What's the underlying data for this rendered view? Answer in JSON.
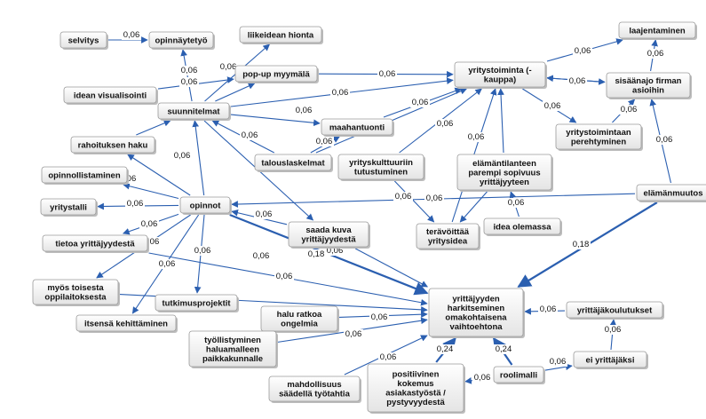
{
  "nodes": [
    {
      "id": "selvitys",
      "lines": [
        "selvitys"
      ]
    },
    {
      "id": "opinnaytetyo",
      "lines": [
        "opinnäytetyö"
      ]
    },
    {
      "id": "liikeidean_hionta",
      "lines": [
        "liikeidean hionta"
      ]
    },
    {
      "id": "popup",
      "lines": [
        "pop-up myymälä"
      ]
    },
    {
      "id": "idean_visualisointi",
      "lines": [
        "idean visualisointi"
      ]
    },
    {
      "id": "suunnitelmat",
      "lines": [
        "suunnitelmat"
      ]
    },
    {
      "id": "maahantuonti",
      "lines": [
        "maahantuonti"
      ]
    },
    {
      "id": "rahoituksen_haku",
      "lines": [
        "rahoituksen haku"
      ]
    },
    {
      "id": "talouslaskelmat",
      "lines": [
        "talouslaskelmat"
      ]
    },
    {
      "id": "yritystoiminta",
      "lines": [
        "yritystoiminta (-",
        "kauppa)"
      ]
    },
    {
      "id": "laajentaminen",
      "lines": [
        "laajentaminen"
      ]
    },
    {
      "id": "sisaanajo",
      "lines": [
        "sisäänajo firman",
        "asioihin"
      ]
    },
    {
      "id": "yritystoiminnan_perehtyminen",
      "lines": [
        "yritystoimintaan",
        "perehtyminen"
      ]
    },
    {
      "id": "yrityskulttuuriin",
      "lines": [
        "yrityskulttuuriin",
        "tutustuminen"
      ]
    },
    {
      "id": "elamantilanteen",
      "lines": [
        "elämäntilanteen",
        "parempi sopivuus",
        "yrittäjyyteen"
      ]
    },
    {
      "id": "elamanmuutos",
      "lines": [
        "elämänmuutos"
      ]
    },
    {
      "id": "opinnollistaminen",
      "lines": [
        "opinnollistaminen"
      ]
    },
    {
      "id": "yritystalli",
      "lines": [
        "yritystalli"
      ]
    },
    {
      "id": "opinnot",
      "lines": [
        "opinnot"
      ]
    },
    {
      "id": "tietoa",
      "lines": [
        "tietoa yrittäjyydestä"
      ]
    },
    {
      "id": "saada_kuva",
      "lines": [
        "saada kuva",
        "yrittäjyydestä"
      ]
    },
    {
      "id": "teravoittaa",
      "lines": [
        "terävöittää",
        "yritysidea"
      ]
    },
    {
      "id": "idea_olemassa",
      "lines": [
        "idea olemassa"
      ]
    },
    {
      "id": "myos_toisesta",
      "lines": [
        "myös toisesta",
        "oppilaitoksesta"
      ]
    },
    {
      "id": "tutkimusprojektit",
      "lines": [
        "tutkimusprojektit"
      ]
    },
    {
      "id": "itsensa",
      "lines": [
        "itsensä kehittäminen"
      ]
    },
    {
      "id": "halu_ratkoa",
      "lines": [
        "halu ratkoa",
        "ongelmia"
      ]
    },
    {
      "id": "tyollistyminen",
      "lines": [
        "työllistyminen",
        "haluamalleen",
        "paikkakunnalle"
      ]
    },
    {
      "id": "yrittajyyden_harkitseminen",
      "lines": [
        "yrittäjyyden",
        "harkitseminen",
        "omakohtaisena",
        "vaihtoehtona"
      ]
    },
    {
      "id": "yrittajakoulutukset",
      "lines": [
        "yrittäjäkoulutukset"
      ]
    },
    {
      "id": "ei_yrittajaksi",
      "lines": [
        "ei yrittäjäksi"
      ]
    },
    {
      "id": "roolimalli",
      "lines": [
        "roolimalli"
      ]
    },
    {
      "id": "mahdollisuus",
      "lines": [
        "mahdollisuus",
        "säädellä työtahtia"
      ]
    },
    {
      "id": "positiivinen",
      "lines": [
        "positiivinen",
        "kokemus",
        "asiakastyöstä /",
        "pystyvyydestä"
      ]
    }
  ],
  "edges": [
    {
      "from": "selvitys",
      "to": "opinnaytetyo",
      "label": "0,06"
    },
    {
      "from": "suunnitelmat",
      "to": "opinnaytetyo",
      "label": "0,06"
    },
    {
      "from": "suunnitelmat",
      "to": "liikeidean_hionta",
      "label": "0,06"
    },
    {
      "from": "suunnitelmat",
      "to": "popup",
      "label": ""
    },
    {
      "from": "idean_visualisointi",
      "to": "popup",
      "label": "0,06"
    },
    {
      "from": "popup",
      "to": "yritystoiminta",
      "label": "0,06"
    },
    {
      "from": "suunnitelmat",
      "to": "yritystoiminta",
      "label": "0,06"
    },
    {
      "from": "suunnitelmat",
      "to": "maahantuonti",
      "label": "0,06"
    },
    {
      "from": "maahantuonti",
      "to": "yritystoiminta",
      "label": "0,06"
    },
    {
      "from": "talouslaskelmat",
      "to": "suunnitelmat",
      "label": "0,06"
    },
    {
      "from": "talouslaskelmat",
      "to": "maahantuonti",
      "label": "0,06"
    },
    {
      "from": "talouslaskelmat",
      "to": "yritystoiminta",
      "label": ""
    },
    {
      "from": "rahoituksen_haku",
      "to": "suunnitelmat",
      "label": "0,06"
    },
    {
      "from": "opinnot",
      "to": "suunnitelmat",
      "label": "0,06"
    },
    {
      "from": "yritystoiminta",
      "to": "laajentaminen",
      "label": "0,06"
    },
    {
      "from": "sisaanajo",
      "to": "laajentaminen",
      "label": "0,06"
    },
    {
      "from": "yritystoiminta",
      "to": "sisaanajo",
      "label": "0,06"
    },
    {
      "from": "sisaanajo",
      "to": "yritystoiminta",
      "label": ""
    },
    {
      "from": "yritystoiminta",
      "to": "yritystoiminnan_perehtyminen",
      "label": "0,06"
    },
    {
      "from": "yritystoiminnan_perehtyminen",
      "to": "sisaanajo",
      "label": "0,06"
    },
    {
      "from": "yrityskulttuuriin",
      "to": "yritystoiminta",
      "label": ""
    },
    {
      "from": "elamantilanteen",
      "to": "yritystoiminta",
      "label": "0,06"
    },
    {
      "from": "teravoittaa",
      "to": "yritystoiminta",
      "label": "0,06"
    },
    {
      "from": "yrityskulttuuriin",
      "to": "teravoittaa",
      "label": "0,06"
    },
    {
      "from": "idea_olemassa",
      "to": "elamantilanteen",
      "label": "0,06"
    },
    {
      "from": "elamanmuutos",
      "to": "sisaanajo",
      "label": "0,06"
    },
    {
      "from": "elamanmuutos",
      "to": "opinnot",
      "label": "0,06"
    },
    {
      "from": "elamanmuutos",
      "to": "yrittajyyden_harkitseminen",
      "label": "0,18"
    },
    {
      "from": "opinnot",
      "to": "opinnollistaminen",
      "label": "0,06"
    },
    {
      "from": "opinnot",
      "to": "yritystalli",
      "label": "0,06"
    },
    {
      "from": "opinnot",
      "to": "tietoa",
      "label": "0,06"
    },
    {
      "from": "opinnot",
      "to": "myos_toisesta",
      "label": "0,06"
    },
    {
      "from": "opinnot",
      "to": "tutkimusprojektit",
      "label": "0,06"
    },
    {
      "from": "opinnot",
      "to": "itsensa",
      "label": "0,06"
    },
    {
      "from": "opinnot",
      "to": "rahoituksen_haku",
      "label": ""
    },
    {
      "from": "saada_kuva",
      "to": "opinnot",
      "label": "0,06"
    },
    {
      "from": "opinnot",
      "to": "yrittajyyden_harkitseminen",
      "label": "0,18"
    },
    {
      "from": "saada_kuva",
      "to": "yrittajyyden_harkitseminen",
      "label": "0,06"
    },
    {
      "from": "tietoa",
      "to": "yrittajyyden_harkitseminen",
      "label": "0,06"
    },
    {
      "from": "myos_toisesta",
      "to": "yrittajyyden_harkitseminen",
      "label": "0,06"
    },
    {
      "from": "suunnitelmat",
      "to": "saada_kuva",
      "label": ""
    },
    {
      "from": "halu_ratkoa",
      "to": "yrittajyyden_harkitseminen",
      "label": "0,06"
    },
    {
      "from": "tyollistyminen",
      "to": "yrittajyyden_harkitseminen",
      "label": "0,06"
    },
    {
      "from": "mahdollisuus",
      "to": "yrittajyyden_harkitseminen",
      "label": "0,06"
    },
    {
      "from": "positiivinen",
      "to": "yrittajyyden_harkitseminen",
      "label": "0,24"
    },
    {
      "from": "roolimalli",
      "to": "yrittajyyden_harkitseminen",
      "label": "0,24"
    },
    {
      "from": "roolimalli",
      "to": "positiivinen",
      "label": "0,06"
    },
    {
      "from": "roolimalli",
      "to": "ei_yrittajaksi",
      "label": "0,06"
    },
    {
      "from": "yrittajakoulutukset",
      "to": "yrittajyyden_harkitseminen",
      "label": "0,06"
    },
    {
      "from": "ei_yrittajaksi",
      "to": "yrittajakoulutukset",
      "label": "0,06"
    },
    {
      "from": "elamantilanteen",
      "to": "teravoittaa",
      "label": ""
    }
  ]
}
